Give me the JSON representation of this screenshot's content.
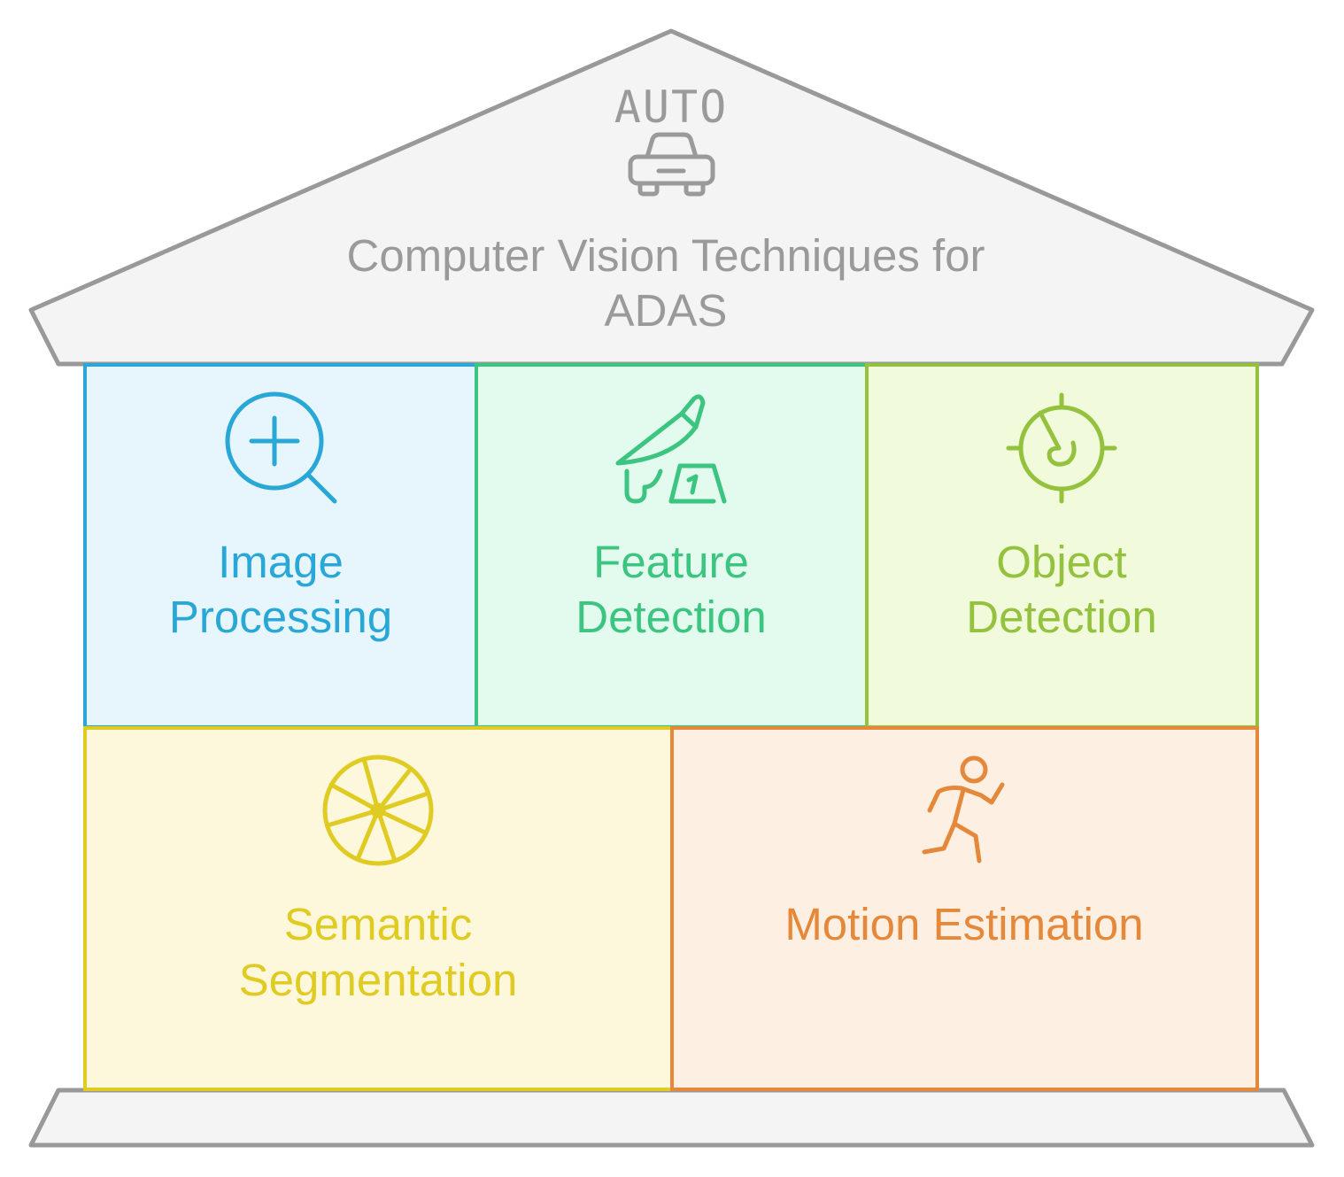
{
  "roof": {
    "brand_text": "AUTO",
    "brand_icon": "car-icon",
    "title_lines": [
      "Computer Vision Techniques for",
      "ADAS"
    ]
  },
  "pillars": [
    {
      "label_lines": [
        "Image",
        "Processing"
      ],
      "icon": "zoom-in-magnifier-icon",
      "color": "#29a7d6",
      "fill": "#e7f6fc"
    },
    {
      "label_lines": [
        "Feature",
        "Detection"
      ],
      "icon": "scalpel-evidence-marker-icon",
      "color": "#3cc481",
      "fill": "#e2fbee"
    },
    {
      "label_lines": [
        "Object",
        "Detection"
      ],
      "icon": "radar-target-icon",
      "color": "#94c23e",
      "fill": "#f1fbdc"
    },
    {
      "label_lines": [
        "Semantic",
        "Segmentation"
      ],
      "icon": "wheel-segments-icon",
      "color": "#e0cb22",
      "fill": "#fdf8dc"
    },
    {
      "label_lines": [
        "Motion Estimation"
      ],
      "icon": "running-person-icon",
      "color": "#e5883a",
      "fill": "#fdf0e3"
    }
  ]
}
